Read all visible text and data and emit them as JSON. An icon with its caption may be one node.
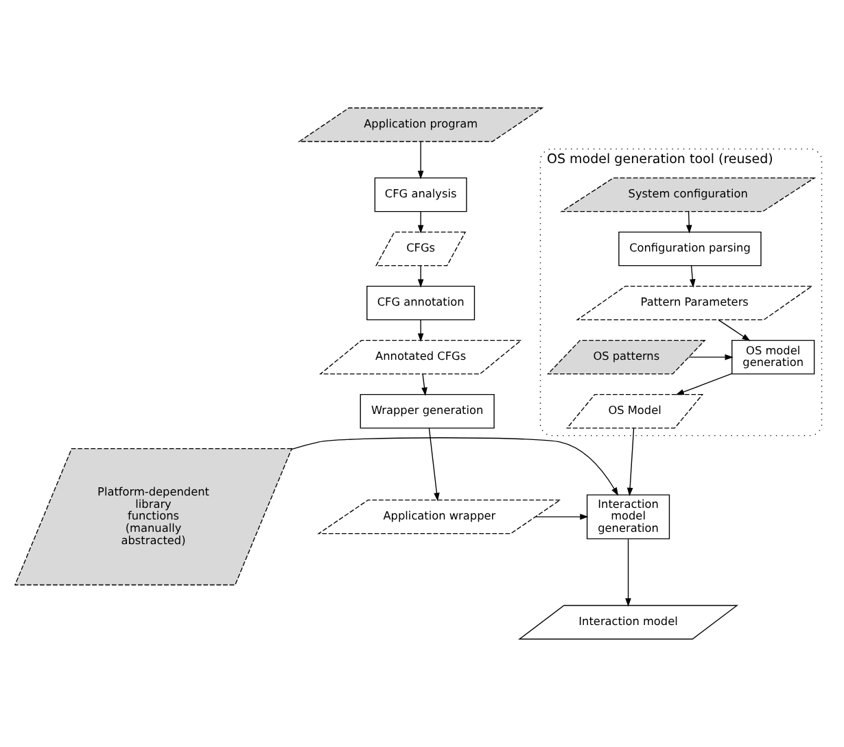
{
  "diagram": {
    "nodes": [
      {
        "text": [
          "OS model generation tool (reused)"
        ]
      },
      {
        "text": [
          "System configuration"
        ],
        "in": 0
      },
      {
        "text": [
          "Configuration parsing"
        ],
        "in": 0
      },
      {
        "text": [
          "Pattern Parameters"
        ],
        "in": 0
      },
      {
        "text": [
          "OS patterns"
        ],
        "in": 0
      },
      {
        "text": [
          "OS model generation"
        ],
        "in": 0
      },
      {
        "text": [
          "OS Model"
        ],
        "in": 0
      },
      {
        "text": [
          "Application program"
        ]
      },
      {
        "text": [
          "CFG analysis"
        ]
      },
      {
        "text": [
          "CFGs"
        ]
      },
      {
        "text": [
          "CFG annotation"
        ]
      },
      {
        "text": [
          "Annotated CFGs"
        ]
      },
      {
        "text": [
          "Wrapper generation"
        ]
      },
      {
        "text": [
          "Platform-dependent library functions (manually abstracted)"
        ]
      },
      {
        "text": [
          "Interaction model generation"
        ]
      },
      {
        "text": [
          "Application wrapper"
        ]
      },
      {
        "text": [
          "Interaction model"
        ]
      }
    ],
    "edges": [
      {
        "from": 1,
        "to": 2,
        "arrow": "to"
      },
      {
        "from": 2,
        "to": 3,
        "arrow": "to"
      },
      {
        "from": 3,
        "to": 5,
        "arrow": "to"
      },
      {
        "from": 4,
        "to": 5,
        "arrow": "to"
      },
      {
        "from": 5,
        "to": 6,
        "arrow": "to"
      },
      {
        "from": 6,
        "to": 14,
        "arrow": "to"
      },
      {
        "from": 7,
        "to": 8,
        "arrow": "to"
      },
      {
        "from": 8,
        "to": 9,
        "arrow": "to"
      },
      {
        "from": 9,
        "to": 10,
        "arrow": "to"
      },
      {
        "from": 10,
        "to": 11,
        "arrow": "to"
      },
      {
        "from": 11,
        "to": 12,
        "arrow": "to"
      },
      {
        "from": 12,
        "to": 15,
        "arrow": "to"
      },
      {
        "from": 13,
        "to": 14,
        "arrow": "to"
      },
      {
        "from": 15,
        "to": 14,
        "arrow": "to"
      },
      {
        "from": 14,
        "to": 16,
        "arrow": "to"
      }
    ]
  }
}
